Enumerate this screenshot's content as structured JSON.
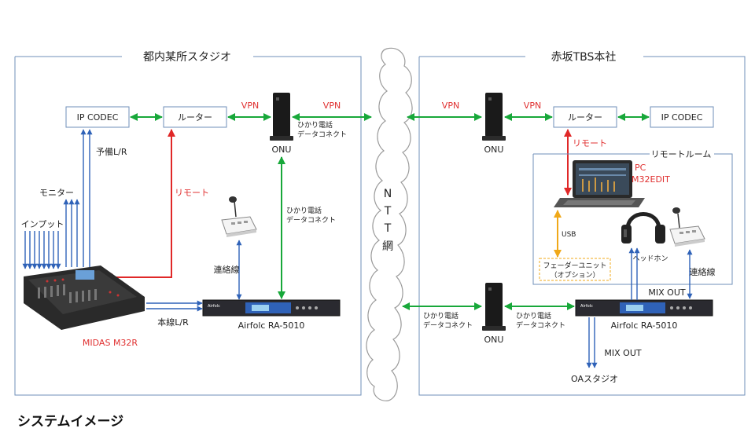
{
  "left_site": {
    "title": "都内某所スタジオ"
  },
  "right_site": {
    "title": "赤坂TBS本社"
  },
  "network": {
    "label_chars": [
      "N",
      "T",
      "T",
      "網"
    ]
  },
  "left": {
    "ip_codec": "IP CODEC",
    "router": "ルーター",
    "vpn_1": "VPN",
    "vpn_2": "VPN",
    "onu": "ONU",
    "onu_service_1": "ひかり電話",
    "onu_service_2": "データコネクト",
    "line_label_1": "ひかり電話",
    "line_label_2": "データコネクト",
    "remote": "リモート",
    "spare_lr": "予備L/R",
    "monitor": "モニター",
    "input": "インプット",
    "mixer": "MIDAS M32R",
    "main_lr": "本線L/R",
    "talkback": "連絡線",
    "airfolc": "Airfolc  RA-5010",
    "airfolc_brand": "Airfolc"
  },
  "right": {
    "vpn_1": "VPN",
    "vpn_2": "VPN",
    "onu_top": "ONU",
    "router": "ルーター",
    "ip_codec": "IP CODEC",
    "remote": "リモート",
    "remote_room": "リモートルーム",
    "pc_1": "PC",
    "pc_2": "M32EDIT",
    "usb": "USB",
    "fader_1": "フェーダーユニット",
    "fader_2": "（オプション）",
    "headphone": "ヘッドホン",
    "talkback": "連絡線",
    "mix_out_top": "MIX OUT",
    "mix_out_bottom": "MIX OUT",
    "airfolc": "Airfolc  RA-5010",
    "airfolc_brand": "Airfolc",
    "onu_bottom": "ONU",
    "line_left_1": "ひかり電話",
    "line_left_2": "データコネクト",
    "line_right_1": "ひかり電話",
    "line_right_2": "データコネクト",
    "oa_studio": "OAスタジオ"
  },
  "caption": "システムイメージ",
  "colors": {
    "frame": "#6f8fb8",
    "network": "#18a83a",
    "remote": "#e02828",
    "audio": "#2f62b8",
    "usb": "#f0a818"
  }
}
